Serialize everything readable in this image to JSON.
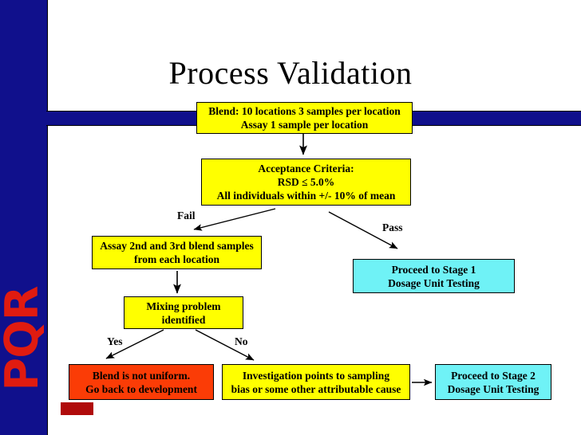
{
  "slide": {
    "title": "Process Validation",
    "watermark": "PQR",
    "colors": {
      "bar_blue": "#10108C",
      "node_yellow": "#FFFF00",
      "node_cyan": "#6FF2F6",
      "node_red": "#FB3C06",
      "watermark_red": "#E01B10",
      "tab_red": "#B00B0B",
      "text_black": "#000000"
    }
  },
  "flowchart": {
    "nodes": [
      {
        "id": "blend-sampling",
        "color": "yellow",
        "lines": [
          "Blend:  10 locations 3 samples per location",
          "Assay 1 sample per location"
        ]
      },
      {
        "id": "acceptance-criteria",
        "color": "yellow",
        "lines": [
          "Acceptance Criteria:",
          "RSD  ≤ 5.0%",
          "All individuals within  +/- 10% of mean"
        ]
      },
      {
        "id": "assay-2nd-3rd",
        "color": "yellow",
        "lines": [
          "Assay 2nd and 3rd blend samples",
          "from each location"
        ]
      },
      {
        "id": "proceed-stage-1",
        "color": "cyan",
        "lines": [
          "Proceed to Stage 1",
          "Dosage Unit Testing"
        ]
      },
      {
        "id": "mixing-problem",
        "color": "yellow",
        "lines": [
          "Mixing problem",
          "identified"
        ]
      },
      {
        "id": "blend-not-uniform",
        "color": "red",
        "lines": [
          "Blend  is not uniform.",
          "Go back to development"
        ]
      },
      {
        "id": "investigation-sampling-bias",
        "color": "yellow",
        "lines": [
          "Investigation points to sampling",
          "bias or some other attributable cause"
        ]
      },
      {
        "id": "proceed-stage-2",
        "color": "cyan",
        "lines": [
          "Proceed to Stage 2",
          "Dosage Unit Testing"
        ]
      }
    ],
    "branch_labels": [
      {
        "id": "fail",
        "text": "Fail"
      },
      {
        "id": "pass",
        "text": "Pass"
      },
      {
        "id": "yes",
        "text": "Yes"
      },
      {
        "id": "no",
        "text": "No"
      }
    ]
  }
}
